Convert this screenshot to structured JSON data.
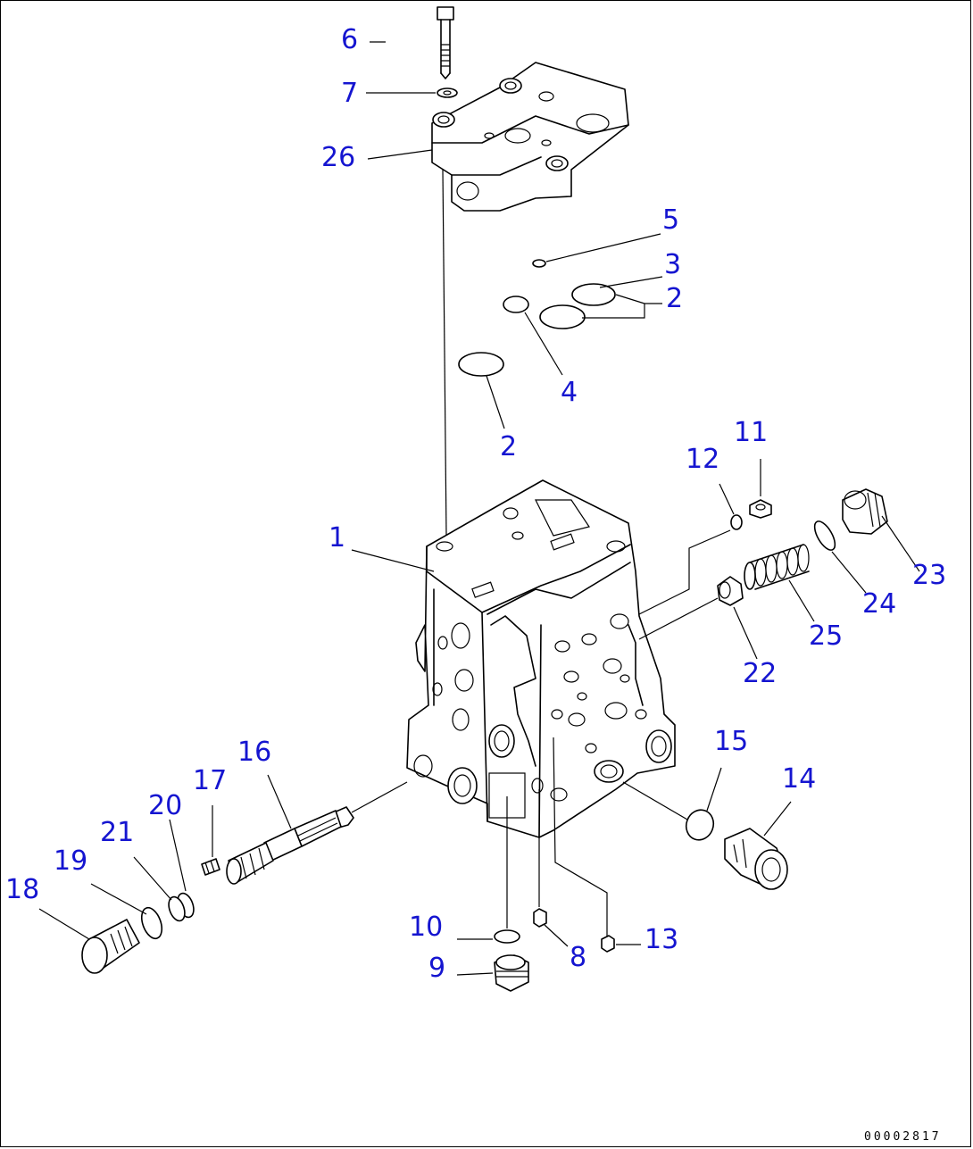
{
  "diagram": {
    "catalog_number": "00002817",
    "callouts": [
      {
        "id": "6",
        "text": "6"
      },
      {
        "id": "7",
        "text": "7"
      },
      {
        "id": "26",
        "text": "26"
      },
      {
        "id": "5",
        "text": "5"
      },
      {
        "id": "3",
        "text": "3"
      },
      {
        "id": "2a",
        "text": "2"
      },
      {
        "id": "4",
        "text": "4"
      },
      {
        "id": "2b",
        "text": "2"
      },
      {
        "id": "11",
        "text": "11"
      },
      {
        "id": "12",
        "text": "12"
      },
      {
        "id": "1",
        "text": "1"
      },
      {
        "id": "23",
        "text": "23"
      },
      {
        "id": "24",
        "text": "24"
      },
      {
        "id": "25",
        "text": "25"
      },
      {
        "id": "22",
        "text": "22"
      },
      {
        "id": "16",
        "text": "16"
      },
      {
        "id": "15",
        "text": "15"
      },
      {
        "id": "17",
        "text": "17"
      },
      {
        "id": "14",
        "text": "14"
      },
      {
        "id": "20",
        "text": "20"
      },
      {
        "id": "21",
        "text": "21"
      },
      {
        "id": "19",
        "text": "19"
      },
      {
        "id": "18",
        "text": "18"
      },
      {
        "id": "10",
        "text": "10"
      },
      {
        "id": "13",
        "text": "13"
      },
      {
        "id": "8",
        "text": "8"
      },
      {
        "id": "9",
        "text": "9"
      }
    ]
  },
  "colors": {
    "callout": "#1515d0",
    "line": "#000000",
    "background": "#ffffff"
  }
}
